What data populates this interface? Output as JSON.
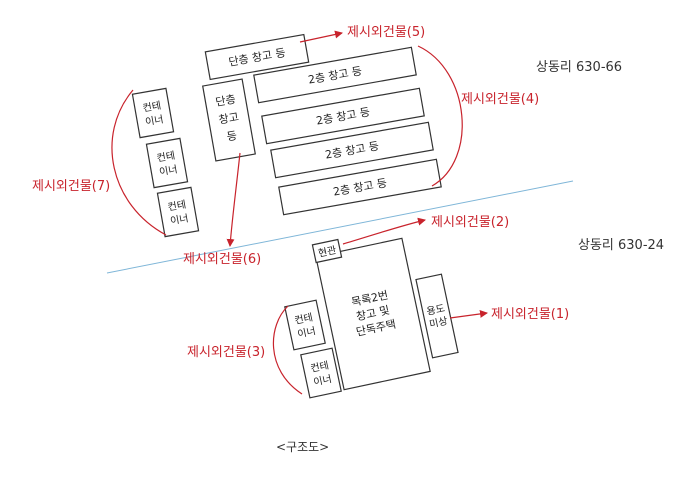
{
  "diagram": {
    "caption": "<구조도>",
    "parcels": {
      "north": "상동리 630-66",
      "south": "상동리 630-24"
    },
    "buildings": {
      "single_storage_top": "단층 창고 등",
      "two_storey_1": "2층 창고 등",
      "two_storey_2": "2층 창고 등",
      "two_storey_3": "2층 창고 등",
      "two_storey_4": "2층 창고 등",
      "single_storage_vertical": [
        "단층",
        "창고",
        "등"
      ],
      "container_1": [
        "컨테",
        "이너"
      ],
      "container_2": [
        "컨테",
        "이너"
      ],
      "container_3": [
        "컨테",
        "이너"
      ],
      "entrance": "현관",
      "main_house": [
        "목록2번",
        "창고 및",
        "단독주택"
      ],
      "use_unknown": [
        "용도",
        "미상"
      ],
      "container_4": [
        "컨테",
        "이너"
      ],
      "container_5": [
        "컨테",
        "이너"
      ]
    },
    "labels": {
      "excluded_1": "제시외건물(1)",
      "excluded_2": "제시외건물(2)",
      "excluded_3": "제시외건물(3)",
      "excluded_4": "제시외건물(4)",
      "excluded_5": "제시외건물(5)",
      "excluded_6": "제시외건물(6)",
      "excluded_7": "제시외건물(7)"
    },
    "colors": {
      "outline": "#333333",
      "label": "#c8232c",
      "boundary": "#7fb6d8"
    }
  }
}
